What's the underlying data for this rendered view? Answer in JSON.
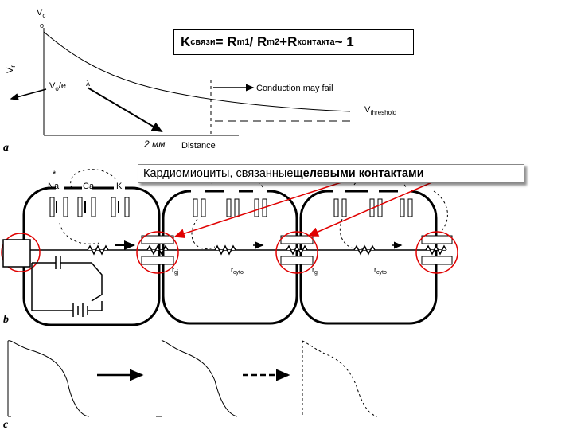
{
  "formula": {
    "k": "K",
    "k_sub": "связи",
    "eq": " = R",
    "rm1_sub": "m1",
    "slash": " / R",
    "rm2_sub": "m2",
    "plus": "+R",
    "rc_sub": "контакта",
    "tail": " ~ 1"
  },
  "caption": {
    "prefix": "Кардиомиоциты, связанные ",
    "underlined": "щелевыми контактами"
  },
  "panel_a": {
    "letter": "a",
    "v_top": "V",
    "v_top_sub": "c",
    "v_zero": "o",
    "v_axis": "V",
    "v_axis_sub": "r",
    "v_over_e": "V",
    "v_over_e_sub": "o",
    "v_over_e_tail": "/e",
    "lambda": "λ",
    "conduction_label": "Conduction may fail",
    "threshold": "V",
    "threshold_sub": "threshold",
    "distance_value": "2 мм",
    "distance_label": "Distance"
  },
  "panel_b": {
    "letter": "b",
    "asterisk": "*",
    "na": "Na",
    "ca": "Ca",
    "k": "K",
    "r_gj_1": "r",
    "r_gj_1_sub": "gj",
    "r_cyto_1": "r",
    "r_cyto_1_sub": "cyto",
    "r_gj_2": "r",
    "r_gj_2_sub": "gj",
    "r_cyto_2": "r",
    "r_cyto_2_sub": "cyto"
  },
  "panel_c": {
    "letter": "c"
  }
}
